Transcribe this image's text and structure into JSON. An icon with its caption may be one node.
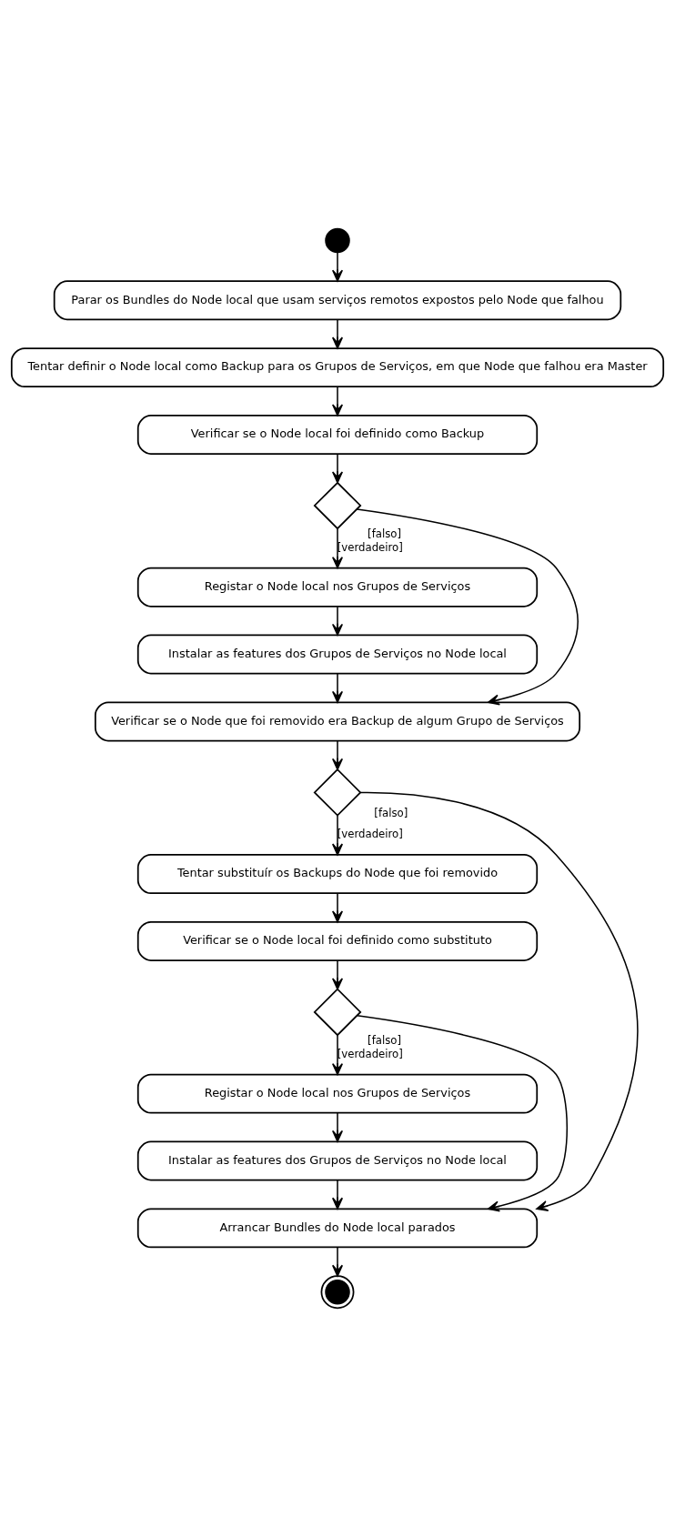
{
  "diagram": {
    "nodes": [
      {
        "text": [],
        "shape": "circle"
      },
      {
        "text": [
          "Parar os Bundles do Node local que usam serviços remotos expostos pelo Node que falhou"
        ]
      },
      {
        "text": [
          "Tentar definir o Node local como Backup para os Grupos de Serviços, em que Node que falhou era Master"
        ]
      },
      {
        "text": [
          "Verificar se o Node local foi definido como Backup"
        ]
      },
      {
        "text": [],
        "shape": "diamond"
      },
      {
        "text": [
          "Registar o Node local nos Grupos de Serviços"
        ]
      },
      {
        "text": [
          "Instalar as features dos Grupos de Serviços no Node local"
        ]
      },
      {
        "text": [
          "Verificar se o Node que foi removido era Backup de algum Grupo de Serviços"
        ]
      },
      {
        "text": [],
        "shape": "diamond"
      },
      {
        "text": [
          "Tentar substituír os Backups do Node que foi removido"
        ]
      },
      {
        "text": [
          "Verificar se o Node local foi definido como substituto"
        ]
      },
      {
        "text": [],
        "shape": "diamond"
      },
      {
        "text": [
          "Registar o Node local nos Grupos de Serviços"
        ]
      },
      {
        "text": [
          "Instalar as features dos Grupos de Serviços no Node local"
        ]
      },
      {
        "text": [
          "Arrancar Bundles do Node local parados"
        ]
      },
      {
        "text": [],
        "shape": "circle"
      }
    ],
    "edges": [
      {
        "from": 0,
        "to": 1,
        "arrow": "to"
      },
      {
        "from": 1,
        "to": 2,
        "arrow": "to"
      },
      {
        "from": 2,
        "to": 3,
        "arrow": "to"
      },
      {
        "from": 3,
        "to": 4,
        "arrow": "to"
      },
      {
        "from": 4,
        "to": 7,
        "arrow": "to",
        "label": "[falso]"
      },
      {
        "from": 4,
        "to": 5,
        "arrow": "to",
        "label": "[verdadeiro]"
      },
      {
        "from": 5,
        "to": 6,
        "arrow": "to"
      },
      {
        "from": 6,
        "to": 7,
        "arrow": "to"
      },
      {
        "from": 7,
        "to": 8,
        "arrow": "to"
      },
      {
        "from": 8,
        "to": 14,
        "arrow": "to",
        "label": "[falso]"
      },
      {
        "from": 8,
        "to": 9,
        "arrow": "to",
        "label": "[verdadeiro]"
      },
      {
        "from": 9,
        "to": 10,
        "arrow": "to"
      },
      {
        "from": 10,
        "to": 11,
        "arrow": "to"
      },
      {
        "from": 11,
        "to": 14,
        "arrow": "to",
        "label": "[falso]"
      },
      {
        "from": 11,
        "to": 12,
        "arrow": "to",
        "label": "[verdadeiro]"
      },
      {
        "from": 12,
        "to": 13,
        "arrow": "to"
      },
      {
        "from": 13,
        "to": 14,
        "arrow": "to"
      },
      {
        "from": 14,
        "to": 15,
        "arrow": "to"
      }
    ]
  }
}
